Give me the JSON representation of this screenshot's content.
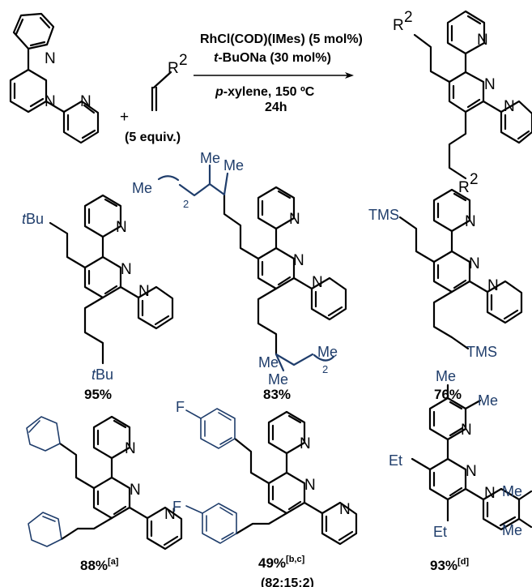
{
  "scheme": {
    "reactant_equiv": "(5 equiv.)",
    "reactant_group": "R",
    "plus": "+",
    "conditions": {
      "line1": "RhCl(COD)(IMes) (5 mol%)",
      "line2_prefix": "t",
      "line2_rest": "-BuONa (30 mol%)",
      "line3_prefix": "p",
      "line3_rest": "-xylene, 150 ºC",
      "line4": "24h"
    },
    "product_group": "R"
  },
  "atoms": {
    "N": "N"
  },
  "labels": {
    "tBu_t": "t",
    "tBu_rest": "Bu",
    "me": "Me",
    "sub2": "2",
    "tms": "TMS",
    "f": "F",
    "et": "Et",
    "r2_sup": "2"
  },
  "products": [
    {
      "yield": "95%",
      "note": ""
    },
    {
      "yield": "83%",
      "note": ""
    },
    {
      "yield": "76%",
      "note": ""
    },
    {
      "yield": "88%",
      "note": "[a]"
    },
    {
      "yield": "49%",
      "note": "[b,c]",
      "ratio": "(82:15:2)"
    },
    {
      "yield": "93%",
      "note": "[d]"
    }
  ]
}
